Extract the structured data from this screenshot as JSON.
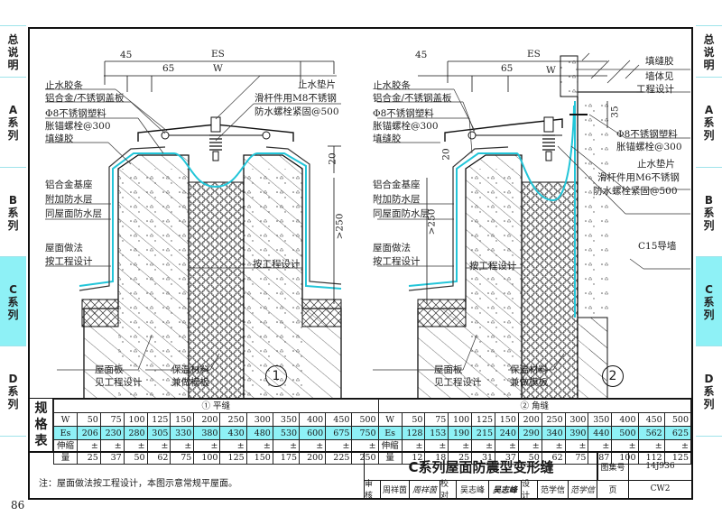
{
  "sidebar_tabs": [
    {
      "label": [
        "总",
        "说",
        "明"
      ],
      "active": false
    },
    {
      "label": [
        "A",
        "系",
        "列"
      ],
      "active": false
    },
    {
      "label": [
        "B",
        "系",
        "列"
      ],
      "active": false
    },
    {
      "label": [
        "C",
        "系",
        "列"
      ],
      "active": true
    },
    {
      "label": [
        "D",
        "系",
        "列"
      ],
      "active": false
    }
  ],
  "detail1": {
    "number": "1",
    "dims": {
      "es": "ES",
      "w": "W",
      "d45": "45",
      "d65": "65",
      "d20": "20",
      "h250": ">250"
    },
    "labels_left": [
      "止水胶条",
      "铝合金/不锈钢盖板",
      "Φ8不锈钢塑料",
      "胀锚螺栓@300",
      "填缝胶",
      "铝合金基座",
      "附加防水层",
      "同屋面防水层",
      "屋面做法",
      "按工程设计"
    ],
    "labels_right": [
      "止水垫片",
      "滑杆件用M8不锈钢",
      "防水螺栓紧固@500"
    ],
    "label_center": "按工程设计",
    "labels_bottom": [
      "屋面板",
      "见工程设计",
      "保温材料",
      "兼做模板"
    ]
  },
  "detail2": {
    "number": "2",
    "dims": {
      "es": "ES",
      "w": "W",
      "d45": "45",
      "d65": "65",
      "d20": "20",
      "d35": "35",
      "h250": ">250"
    },
    "labels_left": [
      "止水胶条",
      "铝合金/不锈钢盖板",
      "Φ8不锈钢塑料",
      "胀锚螺栓@300",
      "填缝胶",
      "铝合金基座",
      "附加防水层",
      "同屋面防水层",
      "屋面做法",
      "按工程设计"
    ],
    "labels_right": [
      "填缝胶",
      "墙体见",
      "工程设计",
      "Φ8不锈钢塑料",
      "胀锚螺栓@300",
      "止水垫片",
      "滑杆件用M6不锈钢",
      "防水螺栓紧固@500",
      "C15导墙"
    ],
    "label_center": "按工程设计",
    "labels_bottom": [
      "屋面板",
      "见工程设计",
      "保温材料",
      "兼做模板"
    ]
  },
  "spec_table": {
    "side_label": [
      "规",
      "格",
      "表"
    ],
    "row_labels": {
      "w": "W",
      "es": "Es",
      "exp": "伸缩量"
    },
    "flat": {
      "title": "① 平缝",
      "W": [
        "50",
        "75",
        "100",
        "125",
        "150",
        "200",
        "250",
        "300",
        "350",
        "400",
        "450",
        "500"
      ],
      "Es": [
        "206",
        "230",
        "280",
        "305",
        "330",
        "380",
        "430",
        "480",
        "530",
        "600",
        "675",
        "750"
      ],
      "expansion": [
        "± 25",
        "± 37",
        "± 50",
        "± 62",
        "± 75",
        "± 100",
        "± 125",
        "± 150",
        "± 175",
        "± 200",
        "± 225",
        "± 250"
      ]
    },
    "corner": {
      "title": "② 角缝",
      "W": [
        "50",
        "75",
        "100",
        "125",
        "150",
        "200",
        "250",
        "300",
        "350",
        "400",
        "450",
        "500"
      ],
      "Es": [
        "128",
        "153",
        "190",
        "215",
        "240",
        "290",
        "340",
        "390",
        "440",
        "500",
        "562",
        "625"
      ],
      "expansion": [
        "± 12",
        "± 18",
        "± 25",
        "± 31",
        "± 37",
        "± 50",
        "± 62",
        "± 75",
        "± 87",
        "± 100",
        "± 112",
        "± 125"
      ]
    }
  },
  "title_block": {
    "note": "注：屋面做法按工程设计，本图示意常规平屋面。",
    "title": "C系列屋面防震型变形缝",
    "atlas_label": "图集号",
    "atlas_no": "14J936",
    "review_label": "审核",
    "reviewer": "周祥茵",
    "reviewer_sig": "周祥茵",
    "check_label": "校对",
    "checker": "吴志峰",
    "checker_sig": "吴志峰",
    "design_label": "设计",
    "designer": "范学信",
    "designer_sig": "范学信",
    "page_label": "页",
    "page_no": "CW2"
  },
  "page_number": "86",
  "colors": {
    "accent_cyan": "#8ef1f6",
    "membrane": "#22c5d8",
    "line": "#111111"
  }
}
